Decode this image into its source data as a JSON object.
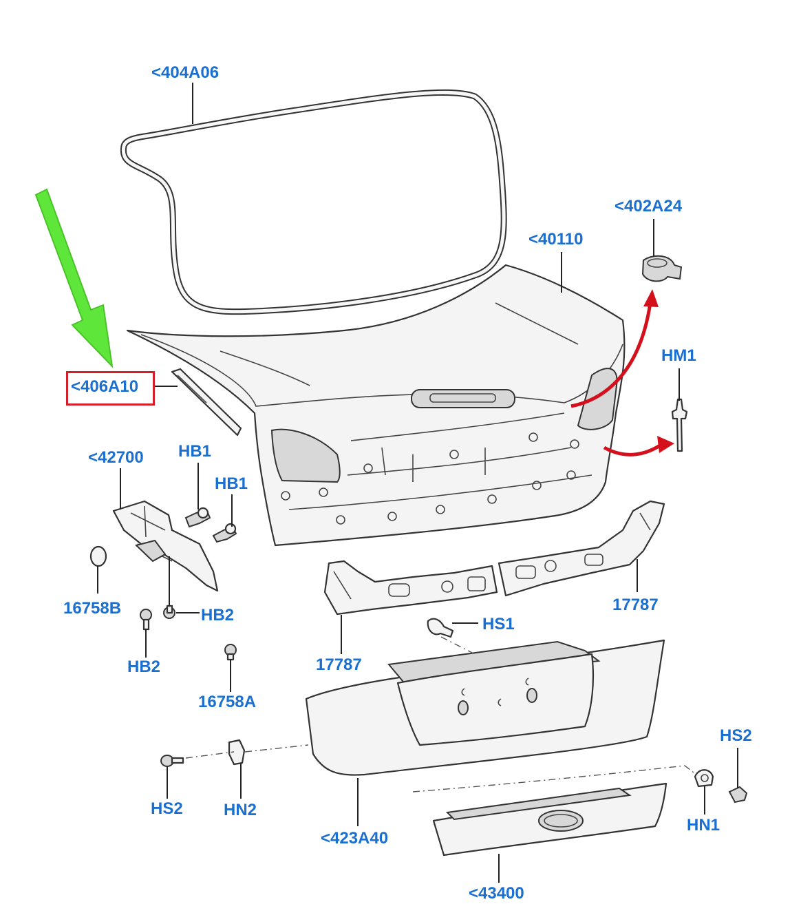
{
  "diagram": {
    "parts": [
      {
        "id": "seal",
        "label": "<404A06"
      },
      {
        "id": "lid",
        "label": "<40110"
      },
      {
        "id": "bumper",
        "label": "<402A24"
      },
      {
        "id": "hm1",
        "label": "HM1"
      },
      {
        "id": "strut",
        "label": "<406A10"
      },
      {
        "id": "hinge",
        "label": "<42700"
      },
      {
        "id": "hb1a",
        "label": "HB1"
      },
      {
        "id": "hb1b",
        "label": "HB1"
      },
      {
        "id": "plug16758b",
        "label": "16758B"
      },
      {
        "id": "hb2a",
        "label": "HB2"
      },
      {
        "id": "hb2b",
        "label": "HB2"
      },
      {
        "id": "plug16758a",
        "label": "16758A"
      },
      {
        "id": "trim17787r",
        "label": "17787"
      },
      {
        "id": "trim17787l",
        "label": "17787"
      },
      {
        "id": "hs1",
        "label": "HS1"
      },
      {
        "id": "hs2r",
        "label": "HS2"
      },
      {
        "id": "hs2l",
        "label": "HS2"
      },
      {
        "id": "hn2",
        "label": "HN2"
      },
      {
        "id": "hn1",
        "label": "HN1"
      },
      {
        "id": "panel423a40",
        "label": "<423A40"
      },
      {
        "id": "moulding43400",
        "label": "<43400"
      }
    ],
    "highlighted_part": "strut",
    "colors": {
      "label": "#1a6fd0",
      "highlight_box": "#d21f2a",
      "pointer_arrow": "#5fe63a",
      "curved_arrows": "#d4101c"
    }
  }
}
